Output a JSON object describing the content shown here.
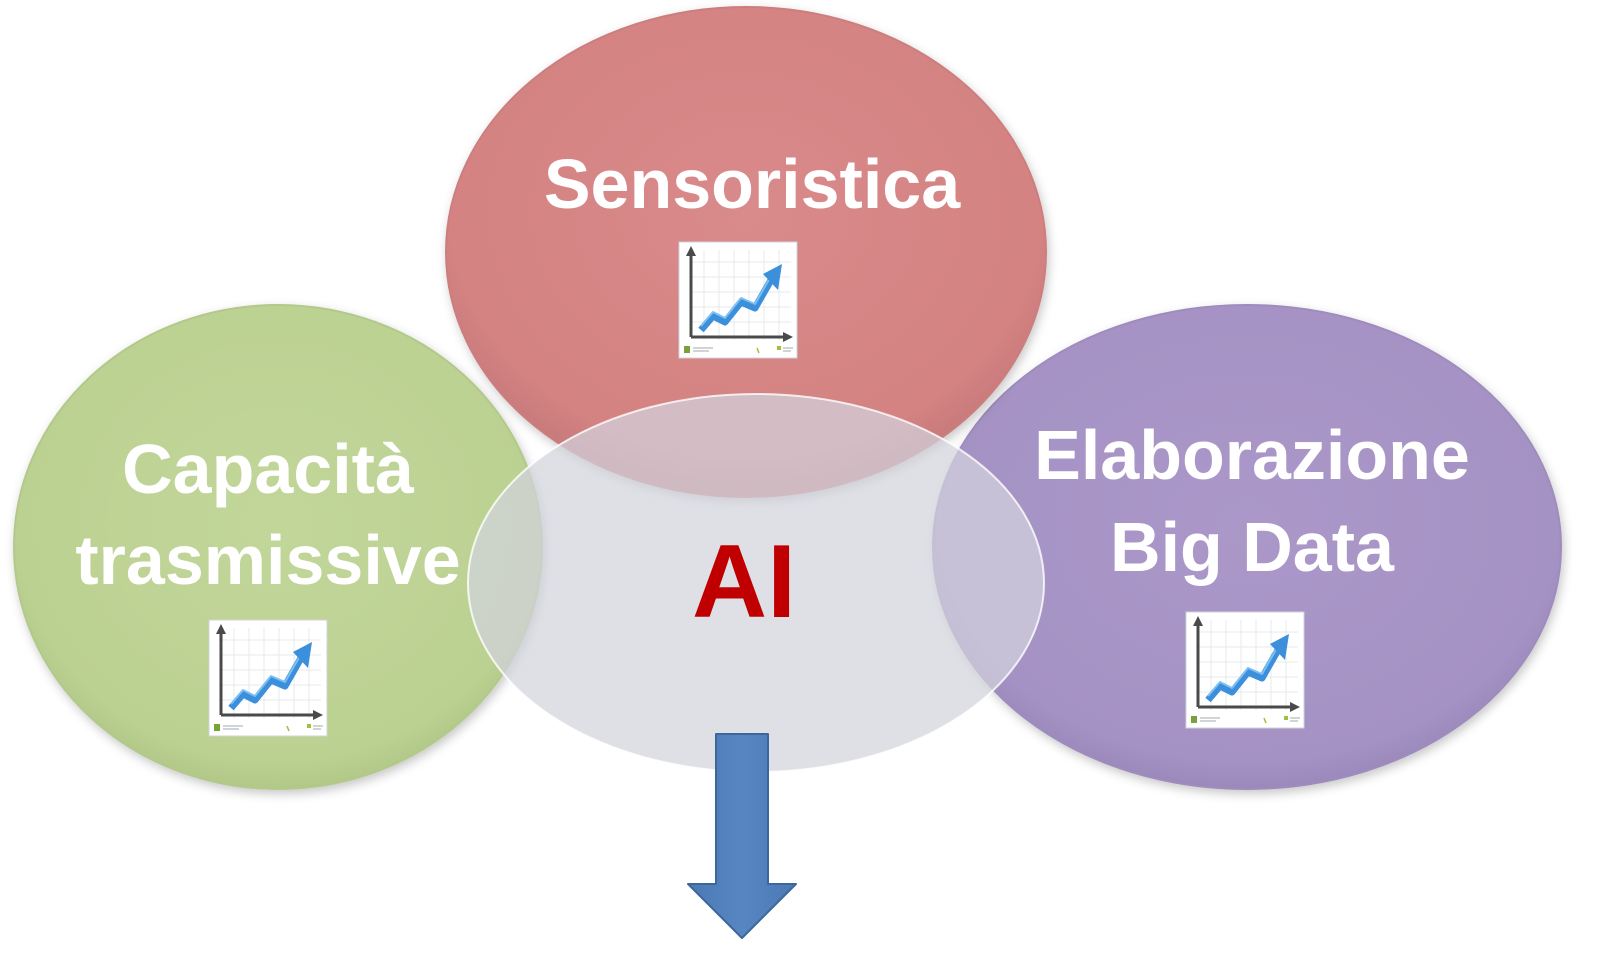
{
  "nodes": {
    "top": {
      "lines": [
        "Sensoristica"
      ],
      "fill": "#d48484",
      "icon": "growth-chart-icon"
    },
    "left": {
      "lines": [
        "Capacità",
        "trasmissive"
      ],
      "fill": "#bcd292",
      "icon": "growth-chart-icon"
    },
    "right": {
      "lines": [
        "Elaborazione",
        "Big Data"
      ],
      "fill": "#a794c6",
      "icon": "growth-chart-icon"
    },
    "center": {
      "label": "AI",
      "fill": "#d3d3dd",
      "label_color": "#c00000"
    }
  },
  "arrow": {
    "icon": "down-arrow-icon",
    "fill": "#5282be",
    "stroke": "#3c679a"
  },
  "text_color": "#ffffff"
}
